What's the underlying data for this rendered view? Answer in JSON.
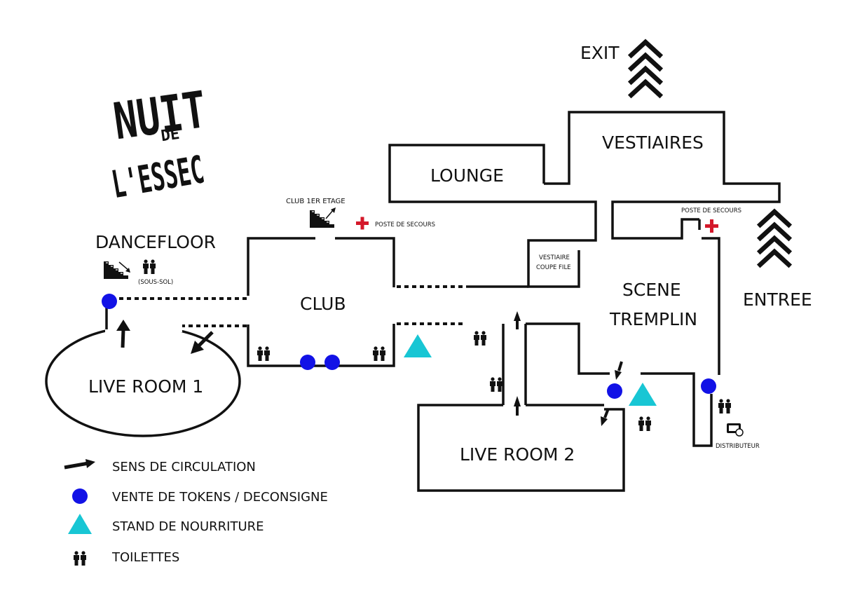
{
  "logo": {
    "line1": "NUIT",
    "line2": "DE",
    "line3": "L'ESSEC"
  },
  "rooms": {
    "lounge": "LOUNGE",
    "vestiaires": "VESTIAIRES",
    "club": "CLUB",
    "scene_line1": "SCENE",
    "scene_line2": "TREMPLIN",
    "live_room_1": "LIVE ROOM 1",
    "live_room_2": "LIVE ROOM 2",
    "vestiaire_coupe_file_line1": "VESTIAIRE",
    "vestiaire_coupe_file_line2": "COUPE FILE"
  },
  "labels": {
    "exit": "EXIT",
    "entree": "ENTREE",
    "dancefloor": "DANCEFLOOR",
    "sous_sol": "(SOUS-SOL)",
    "club_1er_etage": "CLUB 1ER ETAGE",
    "poste_de_secours_club": "POSTE DE SECOURS",
    "poste_de_secours_entree": "POSTE DE SECOURS",
    "distributeur": "DISTRIBUTEUR"
  },
  "legend": [
    {
      "icon": "arrow-icon",
      "label": "SENS DE CIRCULATION"
    },
    {
      "icon": "token-dot-icon",
      "label": "VENTE DE TOKENS / DECONSIGNE"
    },
    {
      "icon": "food-triangle-icon",
      "label": "STAND DE NOURRITURE"
    },
    {
      "icon": "toilet-icon",
      "label": "TOILETTES"
    }
  ],
  "colors": {
    "token": "#1212e6",
    "food": "#18c6d4",
    "first_aid": "#d4182a",
    "ink": "#111111"
  }
}
